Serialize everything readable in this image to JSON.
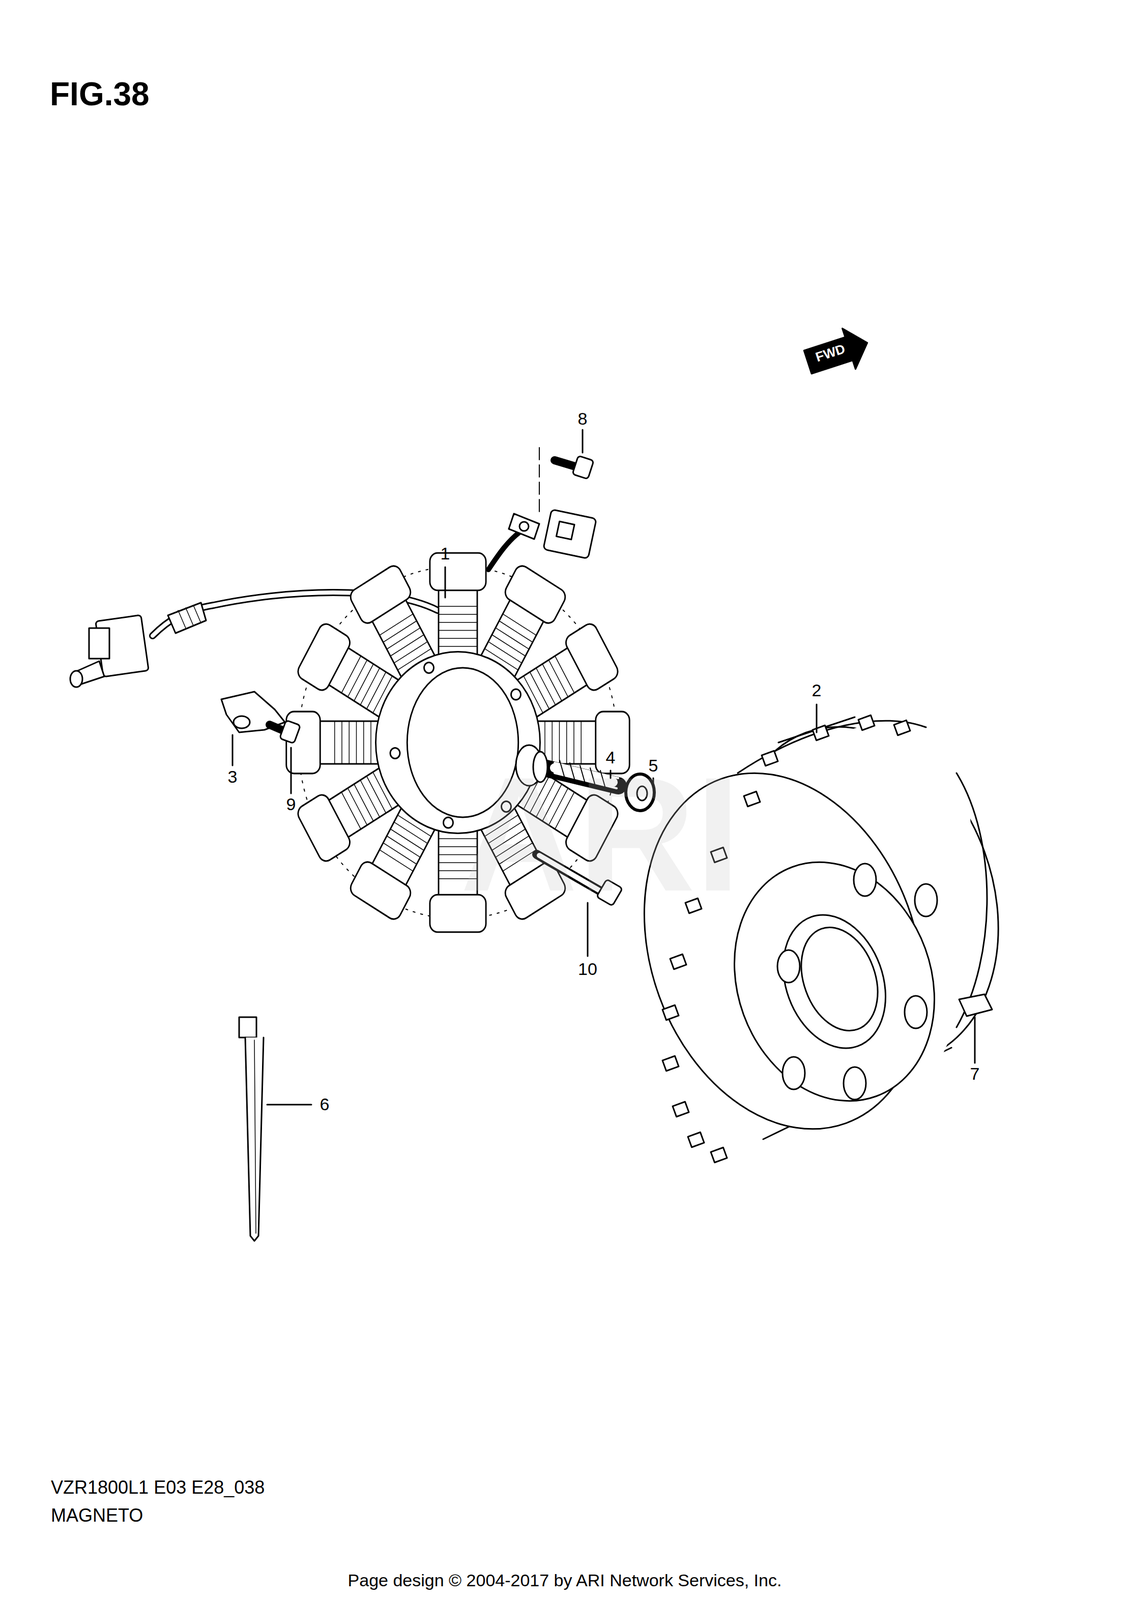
{
  "diagram": {
    "title": "FIG.38",
    "labels": [
      "FWD",
      "8",
      "1",
      "2",
      "3",
      "9",
      "4",
      "5",
      "10",
      "7",
      "6",
      "ARI",
      "VZR1800L1 E03 E28_038",
      "MAGNETO",
      "Page design © 2004-2017 by ARI Network Services, Inc."
    ]
  }
}
